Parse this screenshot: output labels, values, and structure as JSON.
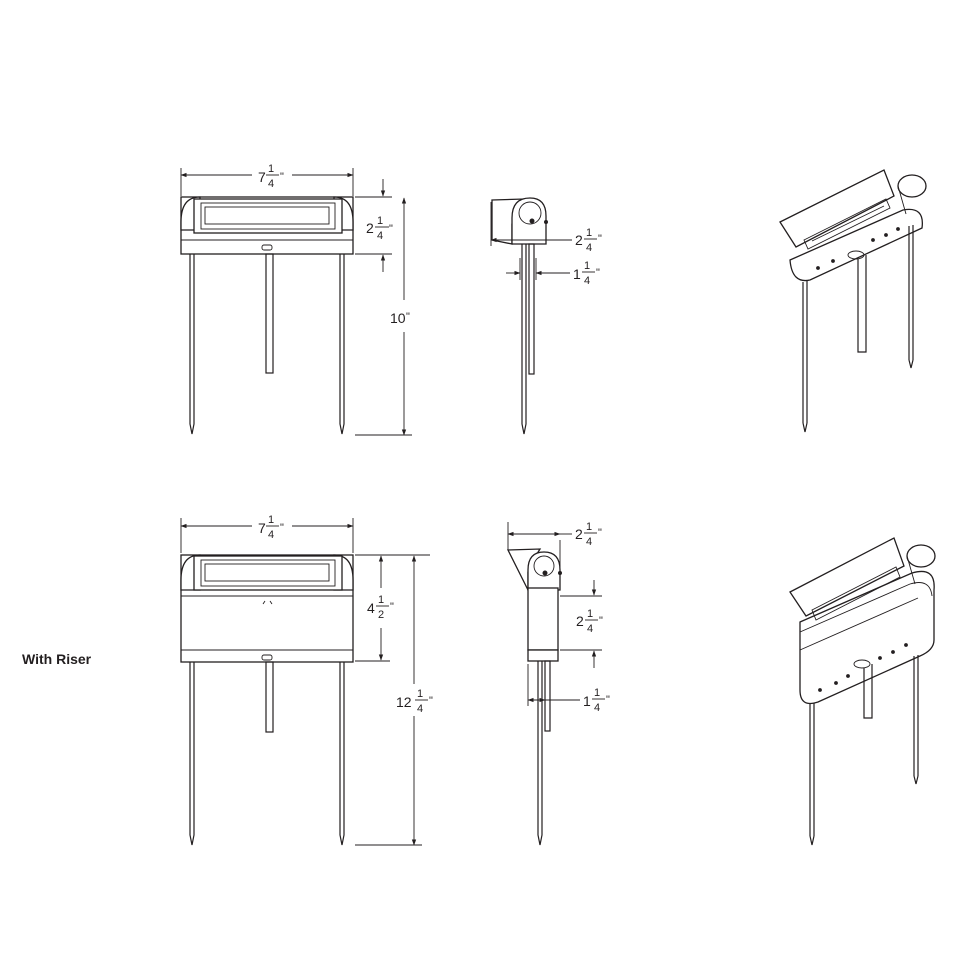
{
  "label_with_riser": "With Riser",
  "dims": {
    "top_width": {
      "whole": "7",
      "num": "1",
      "den": "4",
      "unit": "\""
    },
    "top_head_height": {
      "whole": "2",
      "num": "1",
      "den": "4",
      "unit": "\""
    },
    "top_total_height": {
      "whole": "10",
      "unit": "\""
    },
    "top_side_depth": {
      "whole": "2",
      "num": "1",
      "den": "4",
      "unit": "\""
    },
    "top_side_stake": {
      "whole": "1",
      "num": "1",
      "den": "4",
      "unit": "\""
    },
    "riser_width": {
      "whole": "7",
      "num": "1",
      "den": "4",
      "unit": "\""
    },
    "riser_head_height": {
      "whole": "4",
      "num": "1",
      "den": "2",
      "unit": "\""
    },
    "riser_total_height": {
      "whole": "12",
      "num": "1",
      "den": "4",
      "unit": "\""
    },
    "riser_side_depth": {
      "whole": "2",
      "num": "1",
      "den": "4",
      "unit": "\""
    },
    "riser_side_riser": {
      "whole": "2",
      "num": "1",
      "den": "4",
      "unit": "\""
    },
    "riser_side_stake": {
      "whole": "1",
      "num": "1",
      "den": "4",
      "unit": "\""
    }
  }
}
